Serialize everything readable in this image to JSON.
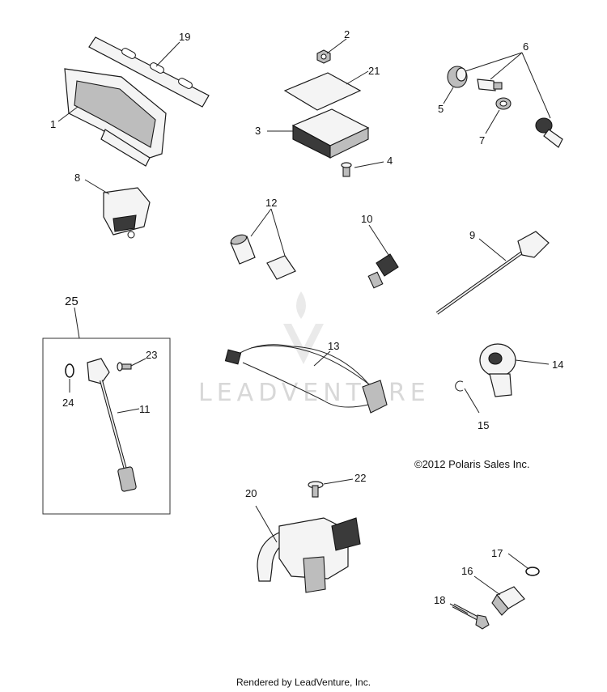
{
  "callouts": {
    "c1": "1",
    "c2": "2",
    "c3": "3",
    "c4": "4",
    "c5": "5",
    "c6": "6",
    "c7": "7",
    "c8": "8",
    "c9": "9",
    "c10": "10",
    "c11": "11",
    "c12": "12",
    "c13": "13",
    "c14": "14",
    "c15": "15",
    "c16": "16",
    "c17": "17",
    "c18": "18",
    "c19": "19",
    "c20": "20",
    "c21": "21",
    "c22": "22",
    "c23": "23",
    "c24": "24",
    "c25": "25"
  },
  "copyright": "©2012 Polaris Sales Inc.",
  "watermark": "LEADVENTURE",
  "footer": "Rendered by LeadVenture, Inc."
}
